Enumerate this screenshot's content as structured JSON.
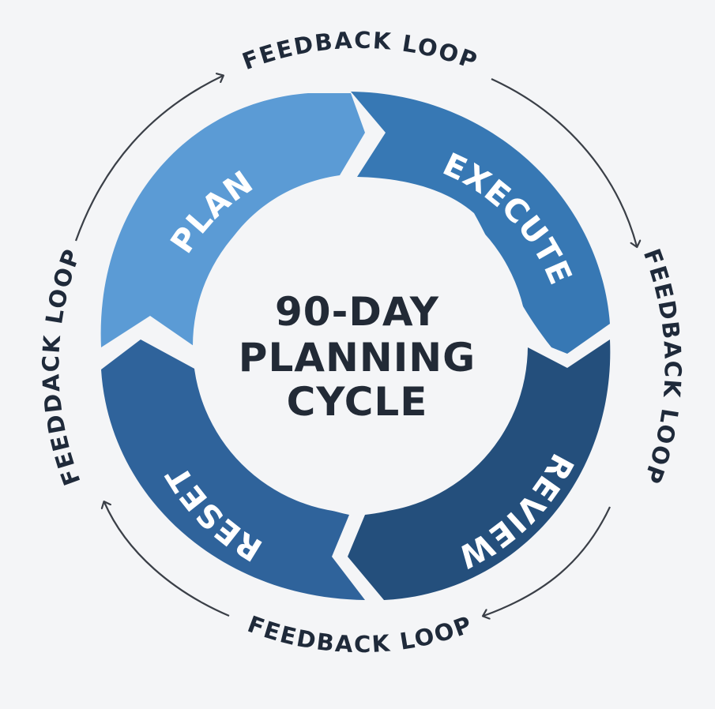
{
  "diagram": {
    "center": {
      "lines": [
        "90-DAY",
        "PLANNING",
        "CYCLE"
      ]
    },
    "segments": [
      {
        "label": "PLAN",
        "color": "#5b9bd5"
      },
      {
        "label": "EXECUTE",
        "color": "#3778b4"
      },
      {
        "label": "REVIEW",
        "color": "#244f7c"
      },
      {
        "label": "RESET",
        "color": "#2f639b"
      }
    ],
    "feedback": {
      "top": "FEEDBACK LOOP",
      "right": "FEEDBACK LOOP",
      "bottom": "FEEDBACK LOOP",
      "left": "FEEDDACK LOOP"
    },
    "colors": {
      "background": "#f4f5f7",
      "text": "#222a36",
      "arrow": "#3a3f47"
    }
  }
}
